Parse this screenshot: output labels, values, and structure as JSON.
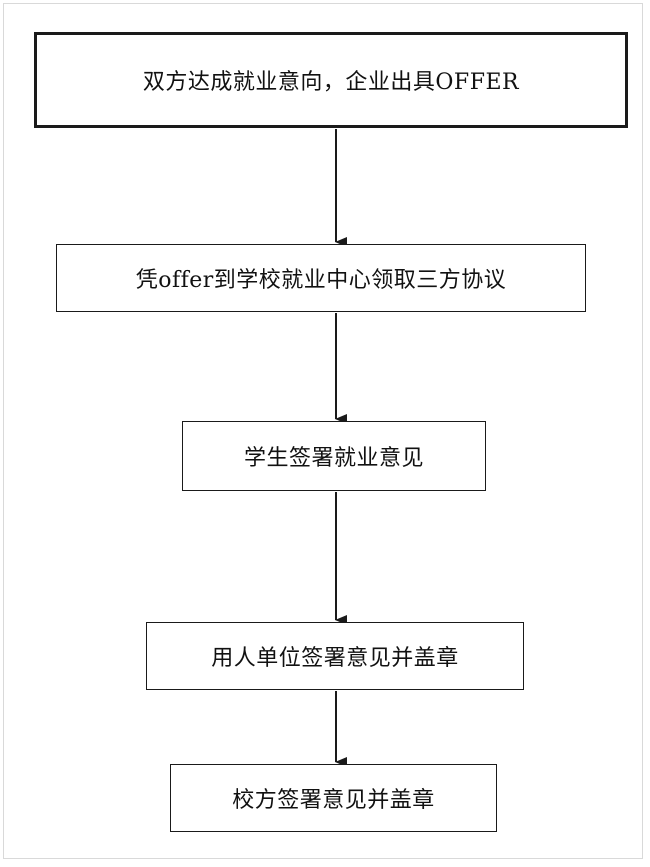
{
  "flowchart": {
    "steps": [
      {
        "label": "双方达成就业意向，企业出具OFFER"
      },
      {
        "label": "凭offer到学校就业中心领取三方协议"
      },
      {
        "label": "学生签署就业意见"
      },
      {
        "label": "用人单位签署意见并盖章"
      },
      {
        "label": "校方签署意见并盖章"
      }
    ]
  },
  "colors": {
    "stroke": "#1a1a1a",
    "text": "#111111",
    "background": "#ffffff",
    "frame": "#d9d9d9"
  }
}
